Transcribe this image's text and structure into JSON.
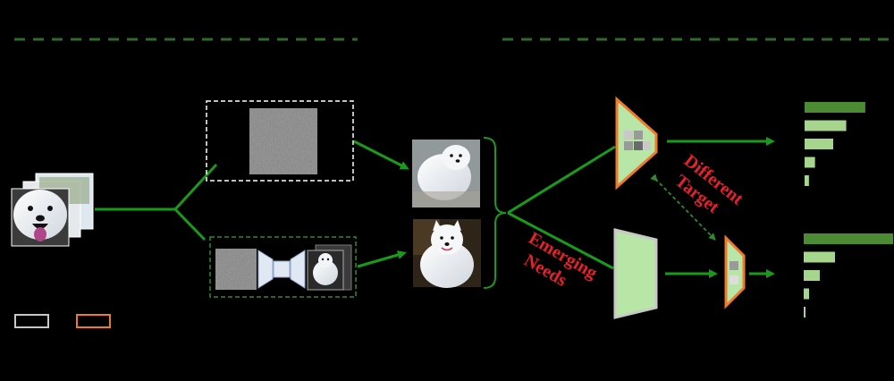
{
  "annotations": {
    "emerging_needs_line1": "Emerging",
    "emerging_needs_line2": "Needs",
    "different_target_line1": "Different",
    "different_target_line2": "Target"
  },
  "colors": {
    "background": "#000000",
    "arrow_green": "#1a9a1a",
    "dashed_green": "#2f6a2a",
    "model_fill": "#b8e6a6",
    "target_model_stroke": "#f07a28",
    "source_model_stroke": "#c8c8c8",
    "annotation_red": "#e8202a",
    "bar_green": "#4d8a34",
    "bar_light_green": "#a6d68e"
  },
  "icons": {
    "noise_image": "noise-image-icon",
    "diffusion_unet": "unet-icon",
    "dog_photo": "samoyed-photo-icon",
    "bracket": "curly-bracket-icon",
    "legend_source": "gray-box-icon",
    "legend_target": "orange-box-icon"
  },
  "bar_groups": {
    "target_scores": [
      0.7,
      0.48,
      0.33,
      0.12,
      0.05
    ],
    "source_scores": [
      1.0,
      0.35,
      0.18,
      0.06,
      0.02
    ]
  }
}
